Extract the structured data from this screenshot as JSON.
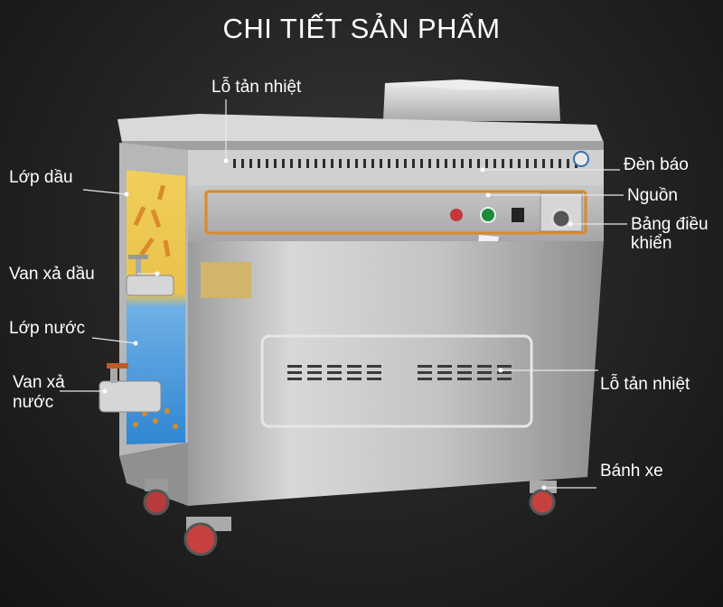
{
  "title": "CHI TIẾT SẢN PHẨM",
  "labels": {
    "lo_tan_nhiet_top": "Lỗ tản nhiệt",
    "lop_dau": "Lớp dầu",
    "van_xa_dau": "Van xả dầu",
    "lop_nuoc": "Lớp nước",
    "van_xa_nuoc_1": "Van xả",
    "van_xa_nuoc_2": "nước",
    "den_bao": "Đèn báo",
    "nguon": "Nguồn",
    "bang_dieu_khien_1": "Bảng điều",
    "bang_dieu_khien_2": "khiển",
    "lo_tan_nhiet_front": "Lỗ tản nhiệt",
    "banh_xe": "Bánh xe"
  },
  "colors": {
    "steel": "#c9cacb",
    "oil_layer": "#e6c24a",
    "water_layer": "#3a8fd6",
    "panel_trim": "#d98a2b",
    "label": "#ffffff"
  }
}
